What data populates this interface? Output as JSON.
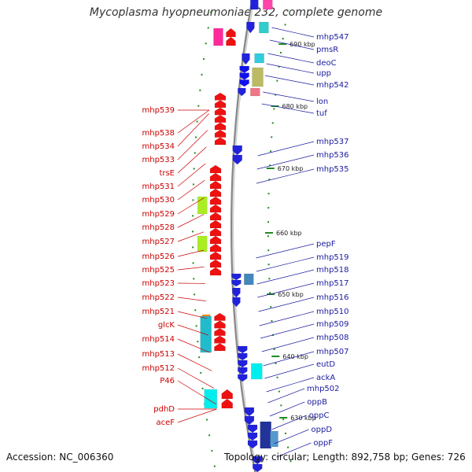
{
  "title": "Mycoplasma hyopneumoniae 232, complete genome",
  "accession": "Accession: NC_006360",
  "summary": "Topology: circular; Length: 892,758 bp; Genes: 726",
  "colors": {
    "left_label": "#cc0000",
    "right_label": "#1a1aa0",
    "backbone": "#888888",
    "tick": "#228b22"
  },
  "ticks": [
    {
      "label": "690 kbp"
    },
    {
      "label": "680 kbp"
    },
    {
      "label": "670 kbp"
    },
    {
      "label": "660 kbp"
    },
    {
      "label": "650 kbp"
    },
    {
      "label": "640 kbp"
    },
    {
      "label": "630 kbp"
    }
  ],
  "left_labels": [
    "mhp539",
    "mhp538",
    "mhp534",
    "mhp533",
    "trsE",
    "mhp531",
    "mhp530",
    "mhp529",
    "mhp528",
    "mhp527",
    "mhp526",
    "mhp525",
    "mhp523",
    "mhp522",
    "mhp521",
    "glcK",
    "mhp514",
    "mhp513",
    "mhp512",
    "P46",
    "pdhD",
    "aceF"
  ],
  "right_labels": [
    "mhp547",
    "pmsR",
    "deoC",
    "upp",
    "mhp542",
    "lon",
    "tuf",
    "mhp537",
    "mhp536",
    "mhp535",
    "pepF",
    "mhp519",
    "mhp518",
    "mhp517",
    "mhp516",
    "mhp510",
    "mhp509",
    "mhp508",
    "mhp507",
    "eutD",
    "ackA",
    "mhp502",
    "oppB",
    "oppC",
    "oppD",
    "oppF"
  ]
}
